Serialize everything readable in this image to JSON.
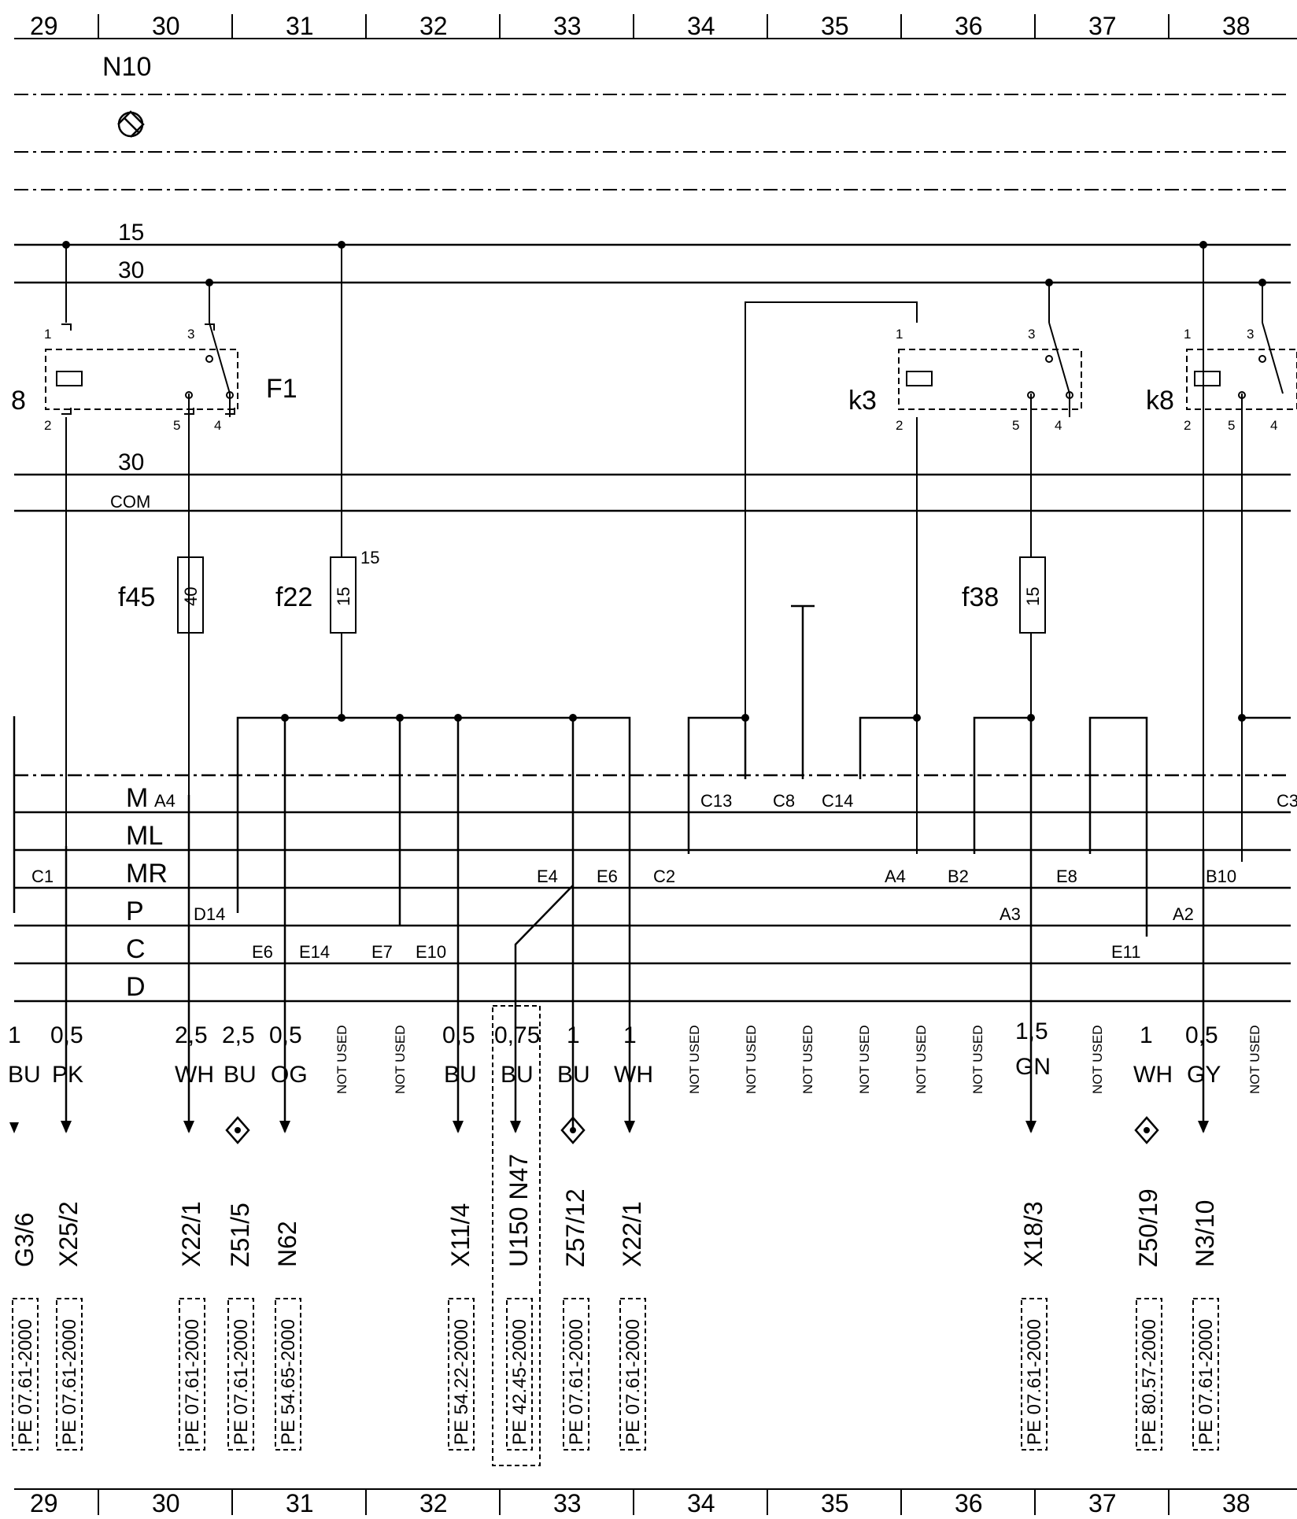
{
  "grid_columns": [
    "29",
    "30",
    "31",
    "32",
    "33",
    "34",
    "35",
    "36",
    "37",
    "38"
  ],
  "component_titles": {
    "module": "N10"
  },
  "bus_labels": {
    "l15": "15",
    "l30": "30",
    "l30b": "30",
    "com": "COM"
  },
  "relays": [
    {
      "name": "8",
      "pins": [
        "1",
        "3",
        "2",
        "5",
        "4"
      ]
    },
    {
      "name": "k3",
      "pins": [
        "1",
        "3",
        "2",
        "5",
        "4"
      ]
    },
    {
      "name": "k8",
      "pins": [
        "1",
        "3",
        "2",
        "5",
        "4"
      ]
    }
  ],
  "relay_f1_label": "F1",
  "fuses": [
    {
      "name": "f45",
      "rating": "40"
    },
    {
      "name": "f22",
      "rating": "15",
      "extra": "15"
    },
    {
      "name": "f38",
      "rating": "15"
    }
  ],
  "connectors": [
    "M",
    "ML",
    "MR",
    "P",
    "C",
    "D"
  ],
  "terminals": {
    "A4": "A4",
    "C13": "C13",
    "C8": "C8",
    "C14": "C14",
    "C3": "C3",
    "C1": "C1",
    "E4": "E4",
    "E6": "E6",
    "C2": "C2",
    "A4b": "A4",
    "B2": "B2",
    "E8": "E8",
    "B10": "B10",
    "D14": "D14",
    "A3": "A3",
    "A2": "A2",
    "E6c": "E6",
    "E14": "E14",
    "E7": "E7",
    "E10": "E10",
    "E11": "E11"
  },
  "wires": [
    {
      "size": "1",
      "color": "BU"
    },
    {
      "size": "0,5",
      "color": "PK"
    },
    {
      "size": "2,5",
      "color": "WH"
    },
    {
      "size": "2,5",
      "color": "BU"
    },
    {
      "size": "0,5",
      "color": "OG"
    },
    {
      "size": "",
      "color": "NOT USED"
    },
    {
      "size": "",
      "color": "NOT USED"
    },
    {
      "size": "0,5",
      "color": "BU"
    },
    {
      "size": "0,75",
      "color": "BU"
    },
    {
      "size": "1",
      "color": "BU"
    },
    {
      "size": "1",
      "color": "WH"
    },
    {
      "size": "",
      "color": "NOT USED"
    },
    {
      "size": "",
      "color": "NOT USED"
    },
    {
      "size": "",
      "color": "NOT USED"
    },
    {
      "size": "",
      "color": "NOT USED"
    },
    {
      "size": "",
      "color": "NOT USED"
    },
    {
      "size": "",
      "color": "NOT USED"
    },
    {
      "size": "1,5",
      "color": "GN"
    },
    {
      "size": "",
      "color": "NOT USED"
    },
    {
      "size": "1",
      "color": "WH"
    },
    {
      "size": "0,5",
      "color": "GY"
    },
    {
      "size": "",
      "color": "NOT USED"
    }
  ],
  "destinations": [
    {
      "ref": "G3/6",
      "doc": "PE 07.61-2000"
    },
    {
      "ref": "X25/2",
      "doc": "PE 07.61-2000"
    },
    {
      "ref": "X22/1",
      "doc": "PE 07.61-2000"
    },
    {
      "ref": "Z51/5",
      "doc": "PE 07.61-2000"
    },
    {
      "ref": "N62",
      "doc": "PE 54.65-2000"
    },
    {
      "ref": "X11/4",
      "doc": "PE 54.22-2000"
    },
    {
      "ref": "U150 N47",
      "doc": "PE 42.45-2000"
    },
    {
      "ref": "Z57/12",
      "doc": "PE 07.61-2000"
    },
    {
      "ref": "X22/1",
      "doc": "PE 07.61-2000"
    },
    {
      "ref": "X18/3",
      "doc": "PE 07.61-2000"
    },
    {
      "ref": "Z50/19",
      "doc": "PE 80.57-2000"
    },
    {
      "ref": "N3/10",
      "doc": "PE 07.61-2000"
    }
  ]
}
